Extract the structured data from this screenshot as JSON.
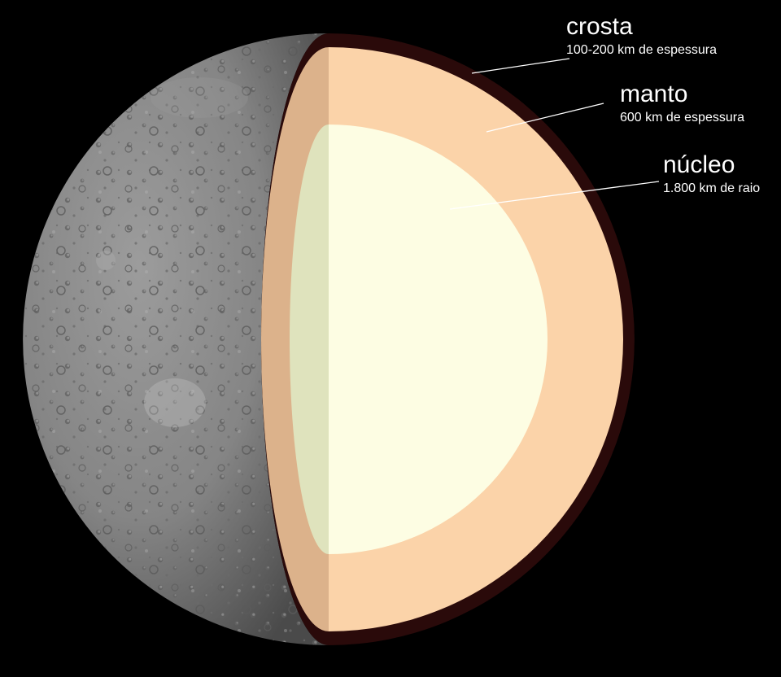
{
  "labels": {
    "crust": {
      "title": "crosta",
      "subtitle": "100-200 km de espessura"
    },
    "mantle": {
      "title": "manto",
      "subtitle": "600 km de espessura"
    },
    "core": {
      "title": "núcleo",
      "subtitle": "1.800 km de raio"
    }
  },
  "colors": {
    "background": "#000000",
    "surface": "#8a8a8a",
    "crust": "#2a0a0a",
    "mantle": "#fbd3a9",
    "mantle_shadow": "#dcb28b",
    "core": "#fdfde3",
    "core_shadow": "#dfe3bd",
    "leader_lines": "#ffffff"
  }
}
